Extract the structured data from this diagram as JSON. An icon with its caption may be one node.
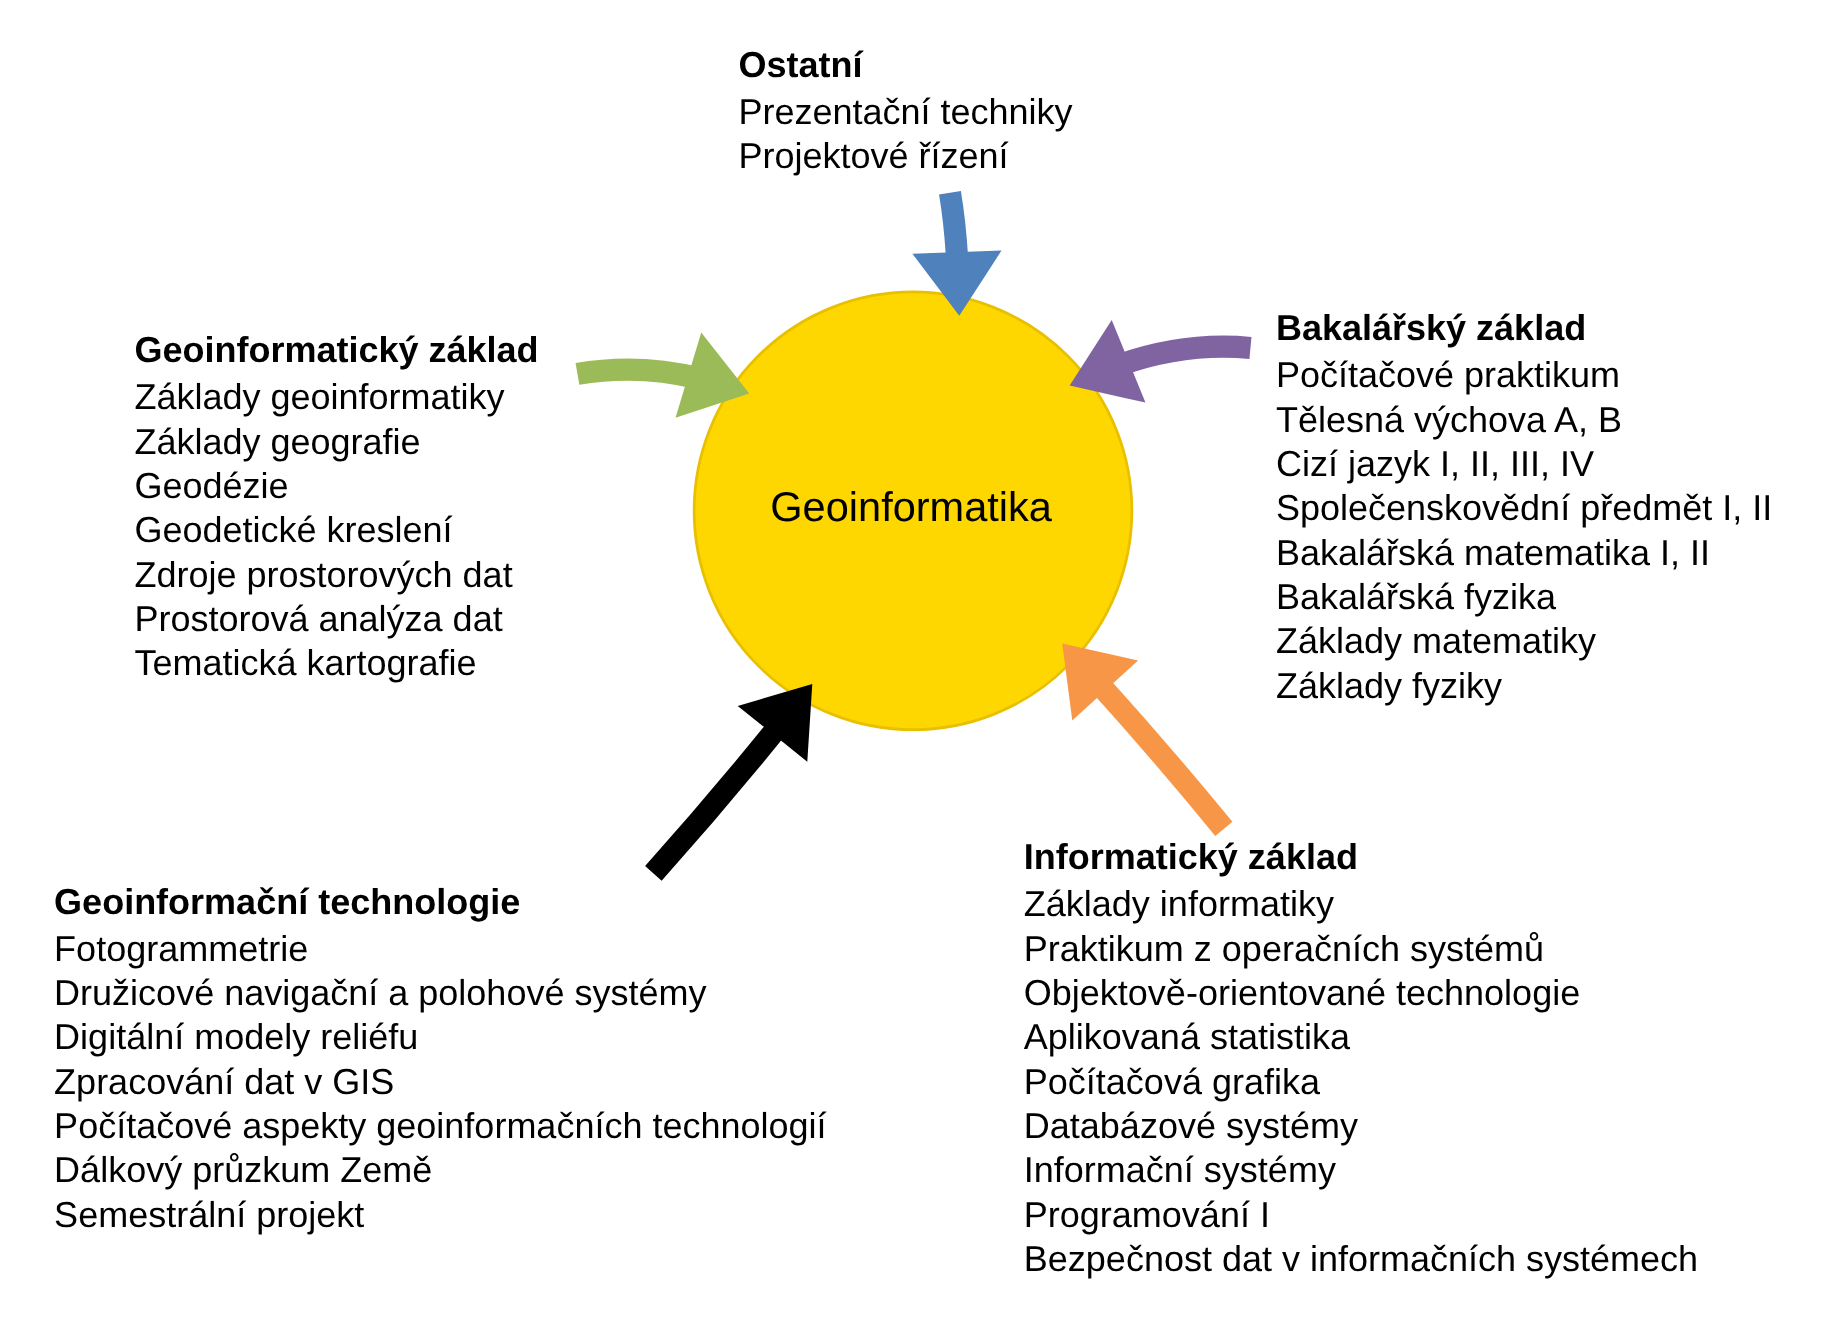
{
  "diagram": {
    "nodes": [
      {
        "text": [
          "Ostatní",
          "Prezentační techniky",
          "Projektové řízení"
        ]
      },
      {
        "text": [
          "Bakalářský základ",
          "Počítačové praktikum",
          "Tělesná výchova A, B",
          "Cizí jazyk I, II, III, IV",
          "Společenskovědní předmět I, II",
          "Bakalářská matematika I, II",
          "Bakalářská fyzika",
          "Základy matematiky",
          "Základy fyziky"
        ]
      },
      {
        "text": [
          "Geoinformatický základ",
          "Základy geoinformatiky",
          "Základy geografie",
          "Geodézie",
          "Geodetické kreslení",
          "Zdroje prostorových dat",
          "Prostorová analýza dat",
          "Tematická kartografie"
        ]
      },
      {
        "text": [
          "Geoinformatika"
        ]
      },
      {
        "text": [
          "Geoinformační technologie",
          "Fotogrammetrie",
          "Družicové navigační a polohové systémy",
          "Digitální modely reliéfu",
          "Zpracování dat v GIS",
          "Počítačové aspekty geoinformačních technologií",
          "Dálkový průzkum Země",
          "Semestrální projekt"
        ]
      },
      {
        "text": [
          "Informatický základ",
          "Základy informatiky",
          "Praktikum z operačních systémů",
          "Objektově-orientované technologie",
          "Aplikovaná statistika",
          "Počítačová grafika",
          "Databázové systémy",
          "Informační systémy",
          "Programování I",
          "Bezpečnost dat v informačních systémech"
        ]
      }
    ],
    "edges": [
      {
        "from": 0,
        "to": 3,
        "arrow": "to",
        "color": "#4f81bd"
      },
      {
        "from": 1,
        "to": 3,
        "arrow": "to",
        "color": "#8064a2"
      },
      {
        "from": 2,
        "to": 3,
        "arrow": "to",
        "color": "#9bbb59"
      },
      {
        "from": 4,
        "to": 3,
        "arrow": "to",
        "color": "#000000"
      },
      {
        "from": 5,
        "to": 3,
        "arrow": "to",
        "color": "#f79646"
      }
    ]
  }
}
